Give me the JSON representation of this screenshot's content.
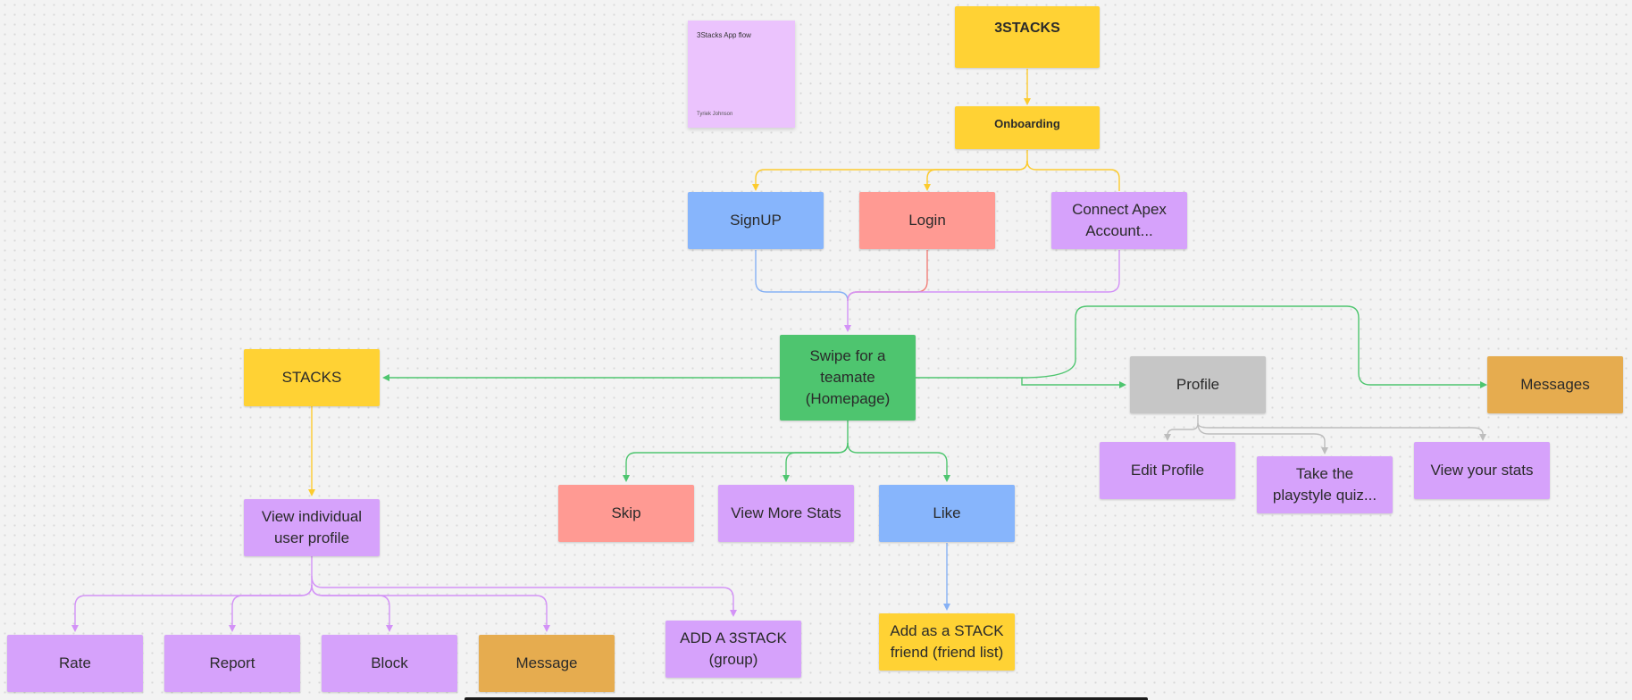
{
  "sticky_note": {
    "title": "3Stacks App flow",
    "author": "Tyriek Johnson"
  },
  "nodes": {
    "stacks_3": "3STACKS",
    "onboarding": "Onboarding",
    "signup": "SignUP",
    "login": "Login",
    "connect_apex": "Connect Apex Account...",
    "swipe": "Swipe for a teamate (Homepage)",
    "stacks": "STACKS",
    "profile": "Profile",
    "messages": "Messages",
    "edit_profile": "Edit Profile",
    "playstyle_quiz": "Take the playstyle quiz...",
    "view_stats": "View your stats",
    "skip": "Skip",
    "view_more_stats": "View More Stats",
    "like": "Like",
    "view_individual": "View individual user profile",
    "add_stack_friend": "Add as a STACK friend (friend list)",
    "rate": "Rate",
    "report": "Report",
    "block": "Block",
    "message": "Message",
    "add_3stack": "ADD A 3STACK (group)"
  },
  "colors": {
    "yellow": "#ffd234",
    "blue": "#87b5fc",
    "red": "#ff9a93",
    "purple": "#d6a2fb",
    "green": "#4ec56f",
    "gray": "#c6c6c6",
    "orange": "#e6ac4f",
    "connector_yellow": "#fccb2e",
    "connector_green": "#4ec56f",
    "connector_purple": "#d392f7",
    "connector_blue": "#86b1f5",
    "connector_red": "#f2807a",
    "connector_gray": "#bdbdbd"
  }
}
